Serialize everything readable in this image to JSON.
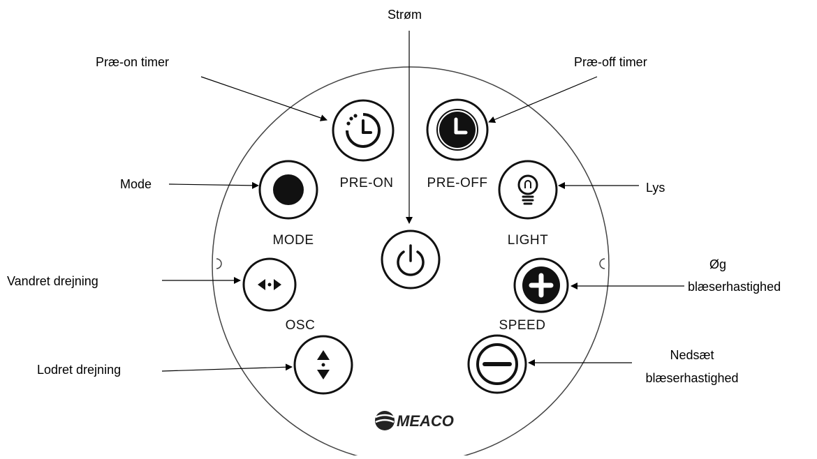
{
  "callouts": {
    "power": "Strøm",
    "pre_on_timer": "Præ-on timer",
    "pre_off_timer": "Præ-off timer",
    "mode": "Mode",
    "light": "Lys",
    "horizontal_oscillation": "Vandret drejning",
    "speed_up_line1": "Øg",
    "speed_up_line2": "blæserhastighed",
    "vertical_oscillation": "Lodret drejning",
    "speed_down_line1": "Nedsæt",
    "speed_down_line2": "blæserhastighed"
  },
  "buttons": {
    "pre_on": "PRE-ON",
    "pre_off": "PRE-OFF",
    "mode": "MODE",
    "light": "LIGHT",
    "osc": "OSC",
    "speed": "SPEED"
  },
  "brand": "MEACO"
}
